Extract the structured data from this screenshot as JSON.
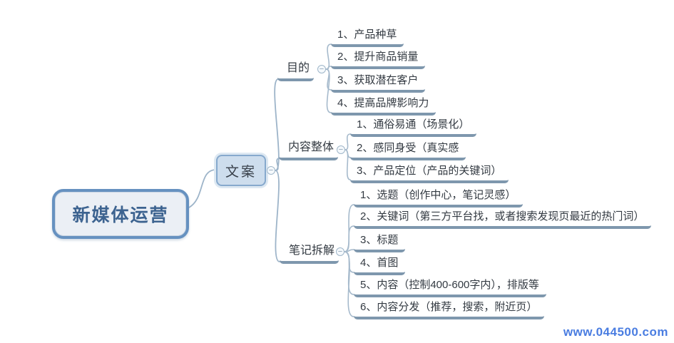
{
  "map": {
    "root": {
      "label": "新媒体运营"
    },
    "level1": {
      "label": "文案"
    },
    "branches": [
      {
        "label": "目的",
        "children": [
          "1、产品种草",
          "2、提升商品销量",
          "3、获取潜在客户",
          "4、提高品牌影响力"
        ]
      },
      {
        "label": "内容整体",
        "children": [
          "1、通俗易通（场景化）",
          "2、感同身受（真实感",
          "3、产品定位（产品的关键词）"
        ]
      },
      {
        "label": "笔记拆解",
        "children": [
          "1、选题（创作中心，笔记灵感）",
          "2、关键词（第三方平台找，或者搜索发现页最近的热门词）",
          "3、标题",
          "4、首图",
          "5、内容（控制400-600字内），排版等",
          "6、内容分发（推荐，搜索，附近页）"
        ]
      }
    ]
  },
  "icons": {
    "collapse": "−"
  },
  "watermark": {
    "text": "www.044500.com"
  },
  "colors": {
    "underline": "#7e97ad",
    "curve": "#a6bacc",
    "root_border": "#6691c0",
    "root_fill": "#ebeff5",
    "root_text": "#3d6390",
    "level1_fill": "#cddded",
    "level1_border": "#86a9cd",
    "watermark_text": "#4a7de1",
    "background": "#ffffff"
  }
}
